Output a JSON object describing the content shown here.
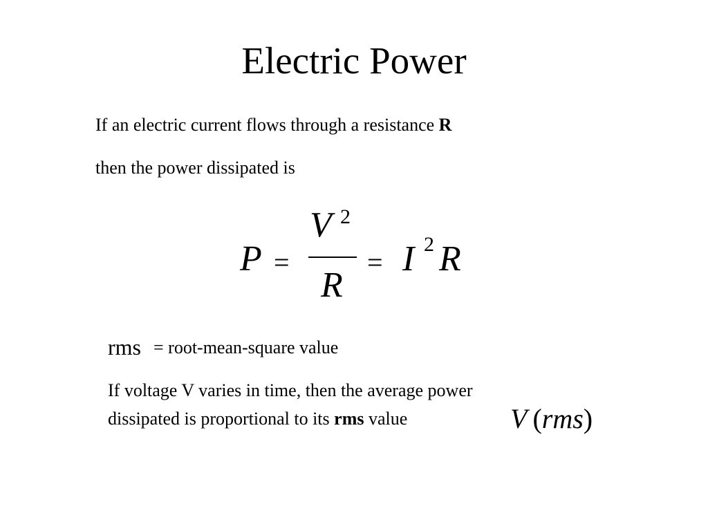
{
  "slide": {
    "title": "Electric Power",
    "intro": {
      "line1_text": "If an electric current flows through a resistance ",
      "line1_bold": "R",
      "line2_text": "then the power dissipated is"
    },
    "formula": {
      "lhs": "P",
      "eq1": "=",
      "numerator": "V",
      "numerator_exp": "2",
      "denominator": "R",
      "eq2": "=",
      "current": "I",
      "current_exp": "2",
      "resistance": "R"
    },
    "rms_definition": {
      "term": "rms",
      "definition": "= root-mean-square value"
    },
    "paragraph": {
      "line1": "If voltage V varies in time, then the average power",
      "line2_before": "dissipated is proportional to its ",
      "line2_bold": "rms",
      "line2_after": " value"
    },
    "vrms_expression": {
      "variable": "V",
      "open_paren": "(",
      "subscript_text": "rms",
      "close_paren": ")"
    }
  }
}
